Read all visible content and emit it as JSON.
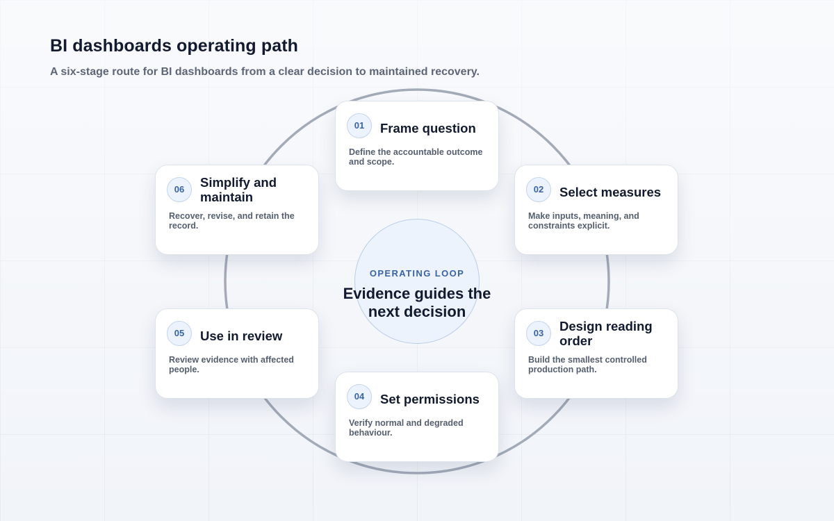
{
  "header": {
    "title": "BI dashboards operating path",
    "subtitle": "A six-stage route for BI dashboards from a clear decision to maintained recovery."
  },
  "center": {
    "kicker": "OPERATING LOOP",
    "heading": "Evidence guides the next decision"
  },
  "stages": [
    {
      "number": "01",
      "title": "Frame question",
      "description": "Define the accountable outcome and scope."
    },
    {
      "number": "02",
      "title": "Select measures",
      "description": "Make inputs, meaning, and constraints explicit."
    },
    {
      "number": "03",
      "title": "Design reading order",
      "description": "Build the smallest controlled production path."
    },
    {
      "number": "04",
      "title": "Set permissions",
      "description": "Verify normal and degraded behaviour."
    },
    {
      "number": "05",
      "title": "Use in review",
      "description": "Review evidence with affected people."
    },
    {
      "number": "06",
      "title": "Simplify and maintain",
      "description": "Recover, revise, and retain the record."
    }
  ],
  "colors": {
    "accent": "#3a63a6",
    "ring": "#a3abb8",
    "card": "#ffffff",
    "text": "#111a2e",
    "muted": "#555f70"
  }
}
